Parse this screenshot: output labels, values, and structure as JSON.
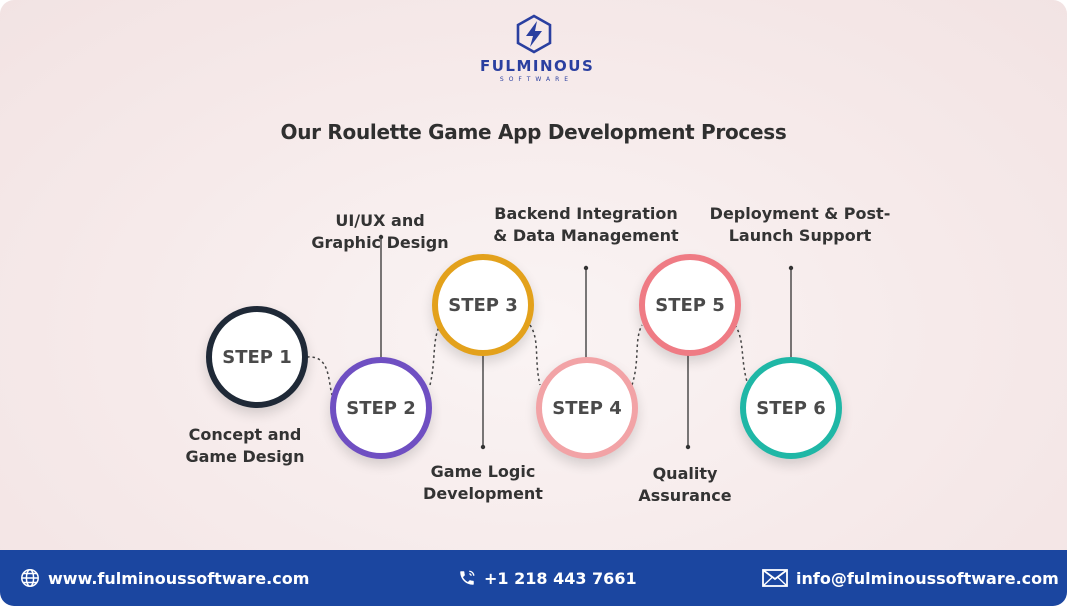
{
  "brand": {
    "name": "FULMINOUS",
    "tagline": "SOFTWARE"
  },
  "title": "Our Roulette Game App Development Process",
  "steps": [
    {
      "label": "STEP 1",
      "caption": [
        "Concept and",
        "Game Design"
      ],
      "color": "#1f2937"
    },
    {
      "label": "STEP 2",
      "caption": [
        "UI/UX and",
        "Graphic Design"
      ],
      "color": "#6f4fc2"
    },
    {
      "label": "STEP 3",
      "caption": [
        "Game Logic",
        "Development"
      ],
      "color": "#e3a11b"
    },
    {
      "label": "STEP 4",
      "caption": [
        "Backend Integration",
        "& Data Management"
      ],
      "color": "#f2a3a6"
    },
    {
      "label": "STEP 5",
      "caption": [
        "Quality",
        "Assurance"
      ],
      "color": "#ef7b84"
    },
    {
      "label": "STEP 6",
      "caption": [
        "Deployment & Post-",
        "Launch Support"
      ],
      "color": "#1fb7a6"
    }
  ],
  "footer": {
    "website": "www.fulminoussoftware.com",
    "phone": "+1 218 443 7661",
    "email": "info@fulminoussoftware.com"
  },
  "icons": {
    "logo": "lightning-hexagon-icon",
    "website": "globe-icon",
    "phone": "phone-icon",
    "email": "envelope-icon"
  },
  "colors": {
    "footer": "#1b46a0",
    "brand": "#2a3fa0"
  }
}
